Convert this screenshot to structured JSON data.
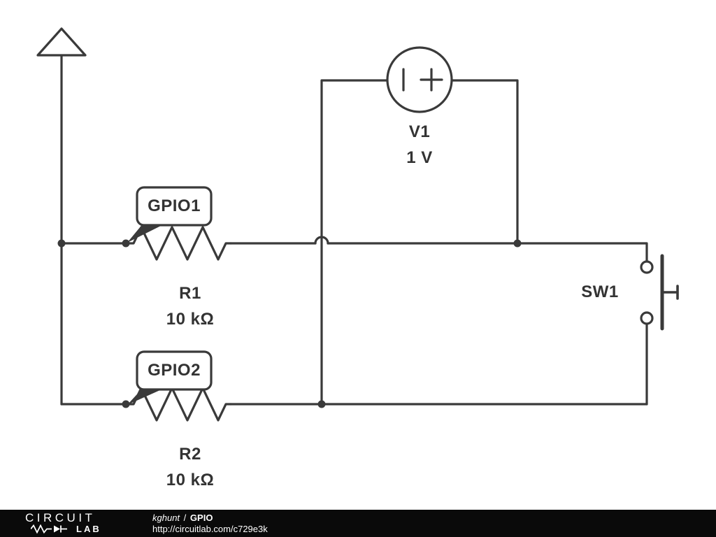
{
  "app": {
    "name": "CircuitLab"
  },
  "schematic": {
    "flags": {
      "gpio1": {
        "label": "GPIO1"
      },
      "gpio2": {
        "label": "GPIO2"
      }
    },
    "components": {
      "v1": {
        "designator": "V1",
        "value": "1 V",
        "type": "voltage-source"
      },
      "r1": {
        "designator": "R1",
        "value": "10 kΩ",
        "type": "resistor"
      },
      "r2": {
        "designator": "R2",
        "value": "10 kΩ",
        "type": "resistor"
      },
      "sw1": {
        "designator": "SW1",
        "type": "pushbutton-switch"
      }
    }
  },
  "footer": {
    "logo_top": "CIRCUIT",
    "logo_bottom": "LAB",
    "author": "kghunt",
    "separator": "/",
    "title": "GPIO",
    "url": "http://circuitlab.com/c729e3k"
  },
  "colors": {
    "line": "#3a3a3a",
    "text": "#333333",
    "footer_bg": "#0a0a0a",
    "footer_text": "#ffffff"
  }
}
